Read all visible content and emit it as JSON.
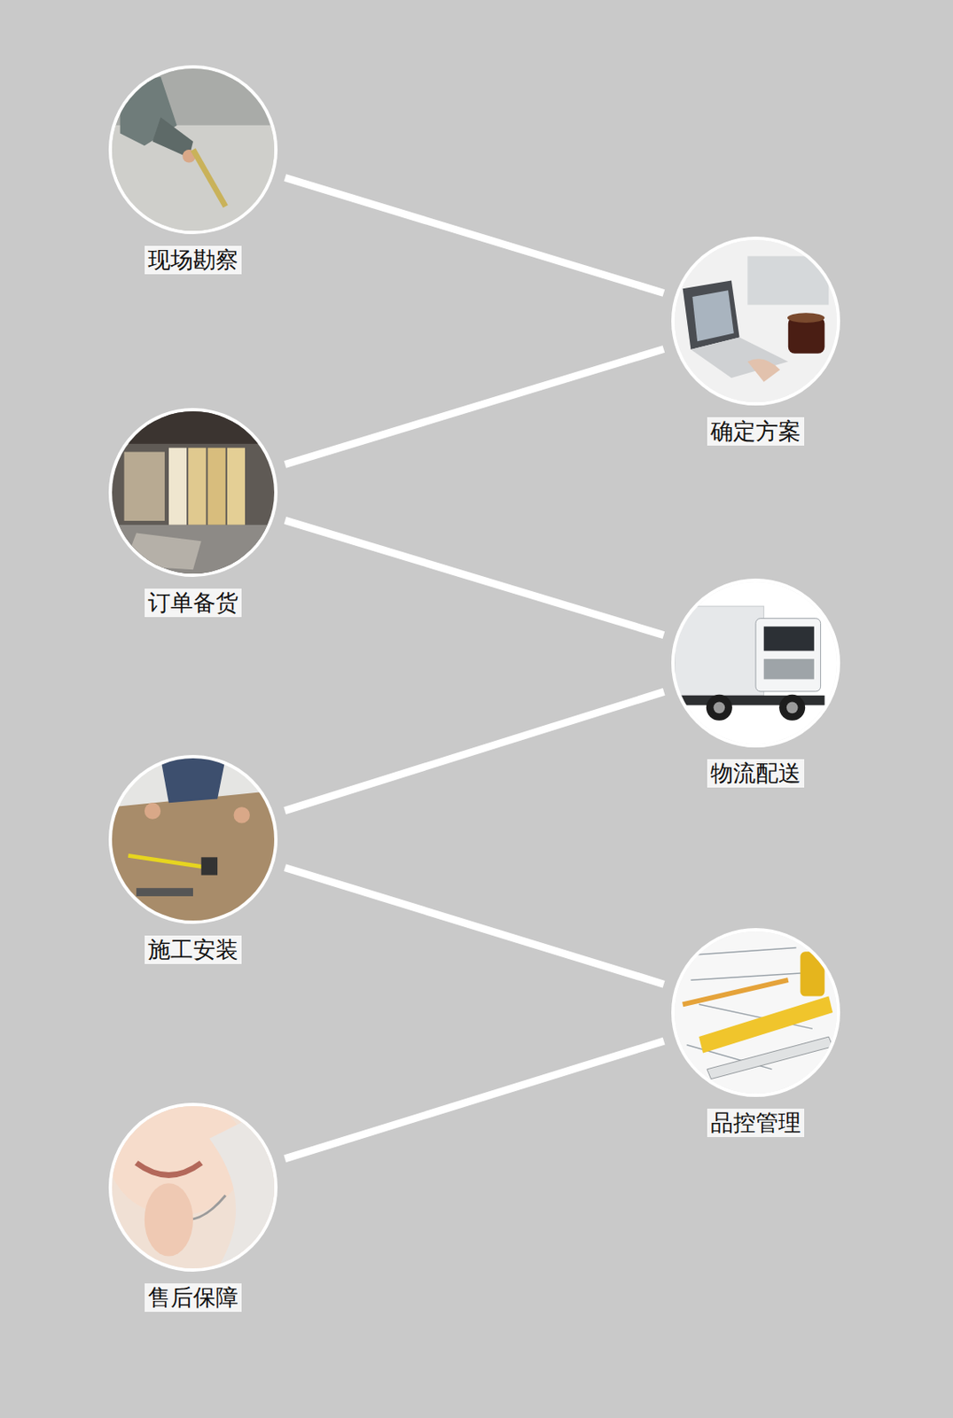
{
  "diagram": {
    "nodes": [
      {
        "text": [
          "现场勘察"
        ]
      },
      {
        "text": [
          "确定方案"
        ]
      },
      {
        "text": [
          "订单备货"
        ]
      },
      {
        "text": [
          "物流配送"
        ]
      },
      {
        "text": [
          "施工安装"
        ]
      },
      {
        "text": [
          "品控管理"
        ]
      },
      {
        "text": [
          "售后保障"
        ]
      }
    ],
    "edges": [
      {
        "from": 0,
        "to": 1,
        "arrow": "none"
      },
      {
        "from": 1,
        "to": 2,
        "arrow": "none"
      },
      {
        "from": 2,
        "to": 3,
        "arrow": "none"
      },
      {
        "from": 3,
        "to": 4,
        "arrow": "none"
      },
      {
        "from": 4,
        "to": 5,
        "arrow": "none"
      },
      {
        "from": 5,
        "to": 6,
        "arrow": "none"
      }
    ]
  }
}
